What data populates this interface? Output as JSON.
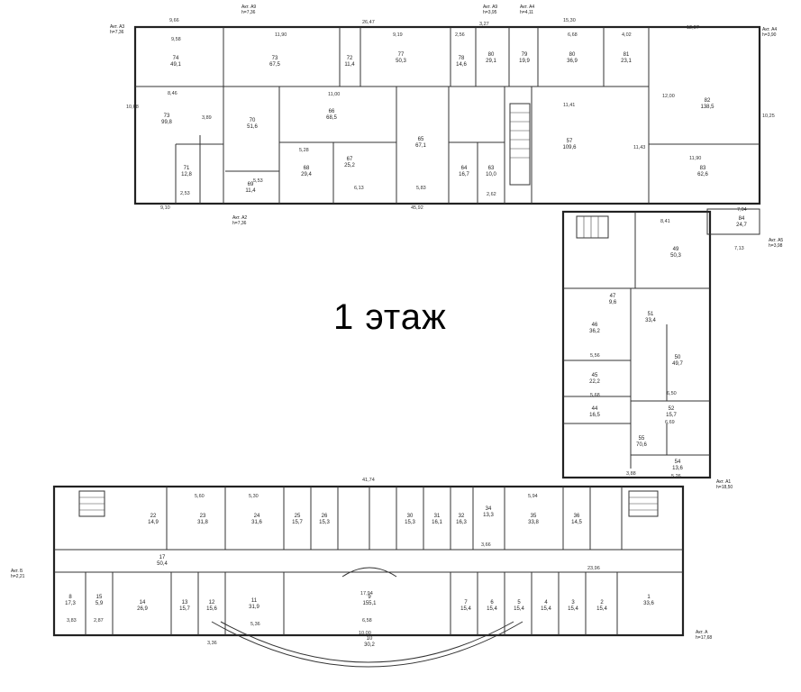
{
  "title": "1 этаж",
  "rooms": [
    {
      "id": "74",
      "num": "74",
      "area": "49,1"
    },
    {
      "id": "73",
      "num": "73",
      "area": "67,5"
    },
    {
      "id": "72",
      "num": "72",
      "area": "11,4"
    },
    {
      "id": "77",
      "num": "77",
      "area": "50,3"
    },
    {
      "id": "78",
      "num": "78",
      "area": "14,6"
    },
    {
      "id": "80",
      "num": "80",
      "area": "29,1"
    },
    {
      "id": "79",
      "num": "79",
      "area": "19,9"
    },
    {
      "id": "80b",
      "num": "80",
      "area": "36,9"
    },
    {
      "id": "81",
      "num": "81",
      "area": "23,1"
    },
    {
      "id": "82",
      "num": "82",
      "area": "138,5"
    },
    {
      "id": "73b",
      "num": "73",
      "area": "99,8"
    },
    {
      "id": "70",
      "num": "70",
      "area": "51,6"
    },
    {
      "id": "66",
      "num": "66",
      "area": "68,5"
    },
    {
      "id": "65",
      "num": "65",
      "area": "67,1"
    },
    {
      "id": "57",
      "num": "57",
      "area": "109,6"
    },
    {
      "id": "83",
      "num": "83",
      "area": "62,6"
    },
    {
      "id": "71",
      "num": "71",
      "area": "12,8"
    },
    {
      "id": "69",
      "num": "69",
      "area": "11,4"
    },
    {
      "id": "68",
      "num": "68",
      "area": "29,4"
    },
    {
      "id": "67",
      "num": "67",
      "area": "25,2"
    },
    {
      "id": "64",
      "num": "64",
      "area": "16,7"
    },
    {
      "id": "63",
      "num": "63",
      "area": "10,0"
    },
    {
      "id": "84",
      "num": "84",
      "area": "24,7"
    },
    {
      "id": "49",
      "num": "49",
      "area": "50,3"
    },
    {
      "id": "47",
      "num": "47",
      "area": "9,6"
    },
    {
      "id": "46",
      "num": "46",
      "area": "36,2"
    },
    {
      "id": "51",
      "num": "51",
      "area": "33,4"
    },
    {
      "id": "50",
      "num": "50",
      "area": "49,7"
    },
    {
      "id": "45",
      "num": "45",
      "area": "22,2"
    },
    {
      "id": "44",
      "num": "44",
      "area": "16,5"
    },
    {
      "id": "52",
      "num": "52",
      "area": "15,7"
    },
    {
      "id": "55",
      "num": "55",
      "area": "70,6"
    },
    {
      "id": "54",
      "num": "54",
      "area": "13,6"
    },
    {
      "id": "23",
      "num": "23",
      "area": "31,8"
    },
    {
      "id": "24",
      "num": "24",
      "area": "31,6"
    },
    {
      "id": "25",
      "num": "25",
      "area": "15,7"
    },
    {
      "id": "26",
      "num": "26",
      "area": "15,3"
    },
    {
      "id": "30",
      "num": "30",
      "area": "15,3"
    },
    {
      "id": "31",
      "num": "31",
      "area": "16,1"
    },
    {
      "id": "32",
      "num": "32",
      "area": "16,3"
    },
    {
      "id": "34",
      "num": "34",
      "area": "13,3"
    },
    {
      "id": "35",
      "num": "35",
      "area": "33,8"
    },
    {
      "id": "36",
      "num": "36",
      "area": "14,5"
    },
    {
      "id": "22",
      "num": "22",
      "area": "14,9"
    },
    {
      "id": "17",
      "num": "17",
      "area": "50,4"
    },
    {
      "id": "14",
      "num": "14",
      "area": "26,9"
    },
    {
      "id": "13",
      "num": "13",
      "area": "15,7"
    },
    {
      "id": "12",
      "num": "12",
      "area": "15,6"
    },
    {
      "id": "11",
      "num": "11",
      "area": "31,9"
    },
    {
      "id": "9",
      "num": "9",
      "area": "155,1"
    },
    {
      "id": "10",
      "num": "10",
      "area": "30,2"
    },
    {
      "id": "7",
      "num": "7",
      "area": "15,4"
    },
    {
      "id": "6",
      "num": "6",
      "area": "15,4"
    },
    {
      "id": "5",
      "num": "5",
      "area": "15,4"
    },
    {
      "id": "4",
      "num": "4",
      "area": "15,4"
    },
    {
      "id": "3",
      "num": "3",
      "area": "15,4"
    },
    {
      "id": "2",
      "num": "2",
      "area": "15,4"
    },
    {
      "id": "1",
      "num": "1",
      "area": "33,6"
    },
    {
      "id": "8",
      "num": "8",
      "area": "17,3"
    },
    {
      "id": "15",
      "num": "15",
      "area": "5,9"
    }
  ],
  "dims": {
    "d1": "9,66",
    "d2": "26,47",
    "d3": "3,27",
    "d4": "15,30",
    "d5": "12,07",
    "d6": "9,58",
    "d7": "11,90",
    "d8": "9,19",
    "d9": "2,56",
    "d10": "6,68",
    "d11": "4,02",
    "d12": "8,46",
    "d13": "11,00",
    "d14": "45,92",
    "d15": "9,10",
    "d16": "41,74",
    "d17": "23,96",
    "d18": "17,94",
    "d19": "6,58",
    "d20": "11,90",
    "d21": "8,41",
    "d22": "7,04",
    "d23": "5,28",
    "d24": "6,13",
    "d25": "5,83",
    "d26": "2,62",
    "d27": "3,89",
    "d28": "5,53",
    "d29": "2,53",
    "d30": "7,13",
    "d31": "11,41",
    "d32": "12,00",
    "d33": "10,68",
    "d34": "10,25",
    "d35": "11,43",
    "d36": "5,60",
    "d37": "5,30",
    "d38": "5,94",
    "d39": "3,66",
    "d40": "3,88",
    "d41": "5,26",
    "d42": "6,50",
    "d43": "6,69",
    "d44": "5,68",
    "d45": "5,56",
    "d46": "3,36",
    "d47": "10,00",
    "d48": "5,36",
    "d49": "3,83",
    "d50": "2,87"
  },
  "axes": {
    "a1": "Акт. А3",
    "a2": "Акт. А9",
    "a3": "Акт. А4",
    "a4": "Акт. А2",
    "a5": "Акт. А5",
    "a6": "Акт. А1",
    "a7": "Акт. А",
    "a8": "Акт. Б",
    "h1": "h=7,36",
    "h2": "h=3,95",
    "h3": "h=4,11",
    "h4": "h=3,90",
    "h5": "h=3,98",
    "h6": "h=18,50",
    "h7": "h=17,68",
    "h8": "h=2,21"
  }
}
